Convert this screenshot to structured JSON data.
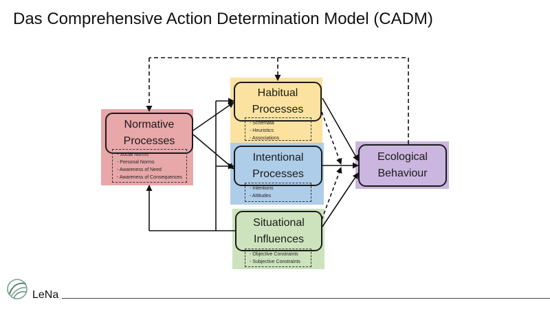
{
  "title": "Das Comprehensive Action Determination Model (CADM)",
  "colors": {
    "normative": "#e8a7a9",
    "habitual": "#fbe2a0",
    "intentional": "#aecde9",
    "situational": "#cde3bd",
    "ecological": "#cbb6df"
  },
  "nodes": {
    "normative": {
      "label": "Normative\nProcesses",
      "items": [
        "- Social Norms",
        "- Personal Norms",
        "- Awareness of Need",
        "- Awareness of Consequences"
      ]
    },
    "habitual": {
      "label": "Habitual\nProcesses",
      "items": [
        "- Schemata",
        "- Heuristics",
        "- Associations"
      ]
    },
    "intentional": {
      "label": "Intentional\nProcesses",
      "items": [
        "- Intentions",
        "- Attitudes"
      ]
    },
    "situational": {
      "label": "Situational\nInfluences",
      "items": [
        "- Objective Constraints",
        "- Subjective Constraints"
      ]
    },
    "ecological": {
      "label": "Ecological\nBehaviour",
      "items": []
    }
  },
  "footer": {
    "brand": "LeNa",
    "logo_icon": "leaf-globe-icon"
  }
}
